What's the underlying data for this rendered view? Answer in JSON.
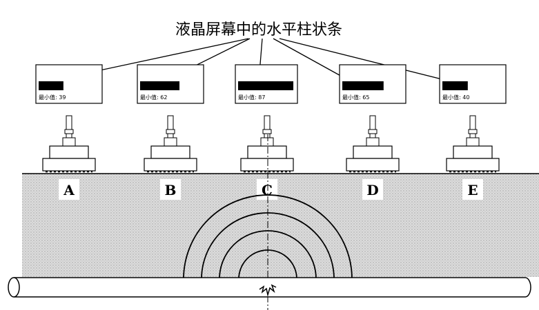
{
  "title": "液晶屏幕中的水平柱状条",
  "sensors": [
    {
      "label": "A",
      "lcd_text": "最小值: 39",
      "bar_value": 39
    },
    {
      "label": "B",
      "lcd_text": "最小值: 62",
      "bar_value": 62
    },
    {
      "label": "C",
      "lcd_text": "最小值: 87",
      "bar_value": 87
    },
    {
      "label": "D",
      "lcd_text": "最小值: 65",
      "bar_value": 65
    },
    {
      "label": "E",
      "lcd_text": "最小值: 40",
      "bar_value": 40
    }
  ],
  "colors": {
    "ink": "#000000",
    "soil": "#d8d8d8",
    "paper": "#ffffff"
  }
}
